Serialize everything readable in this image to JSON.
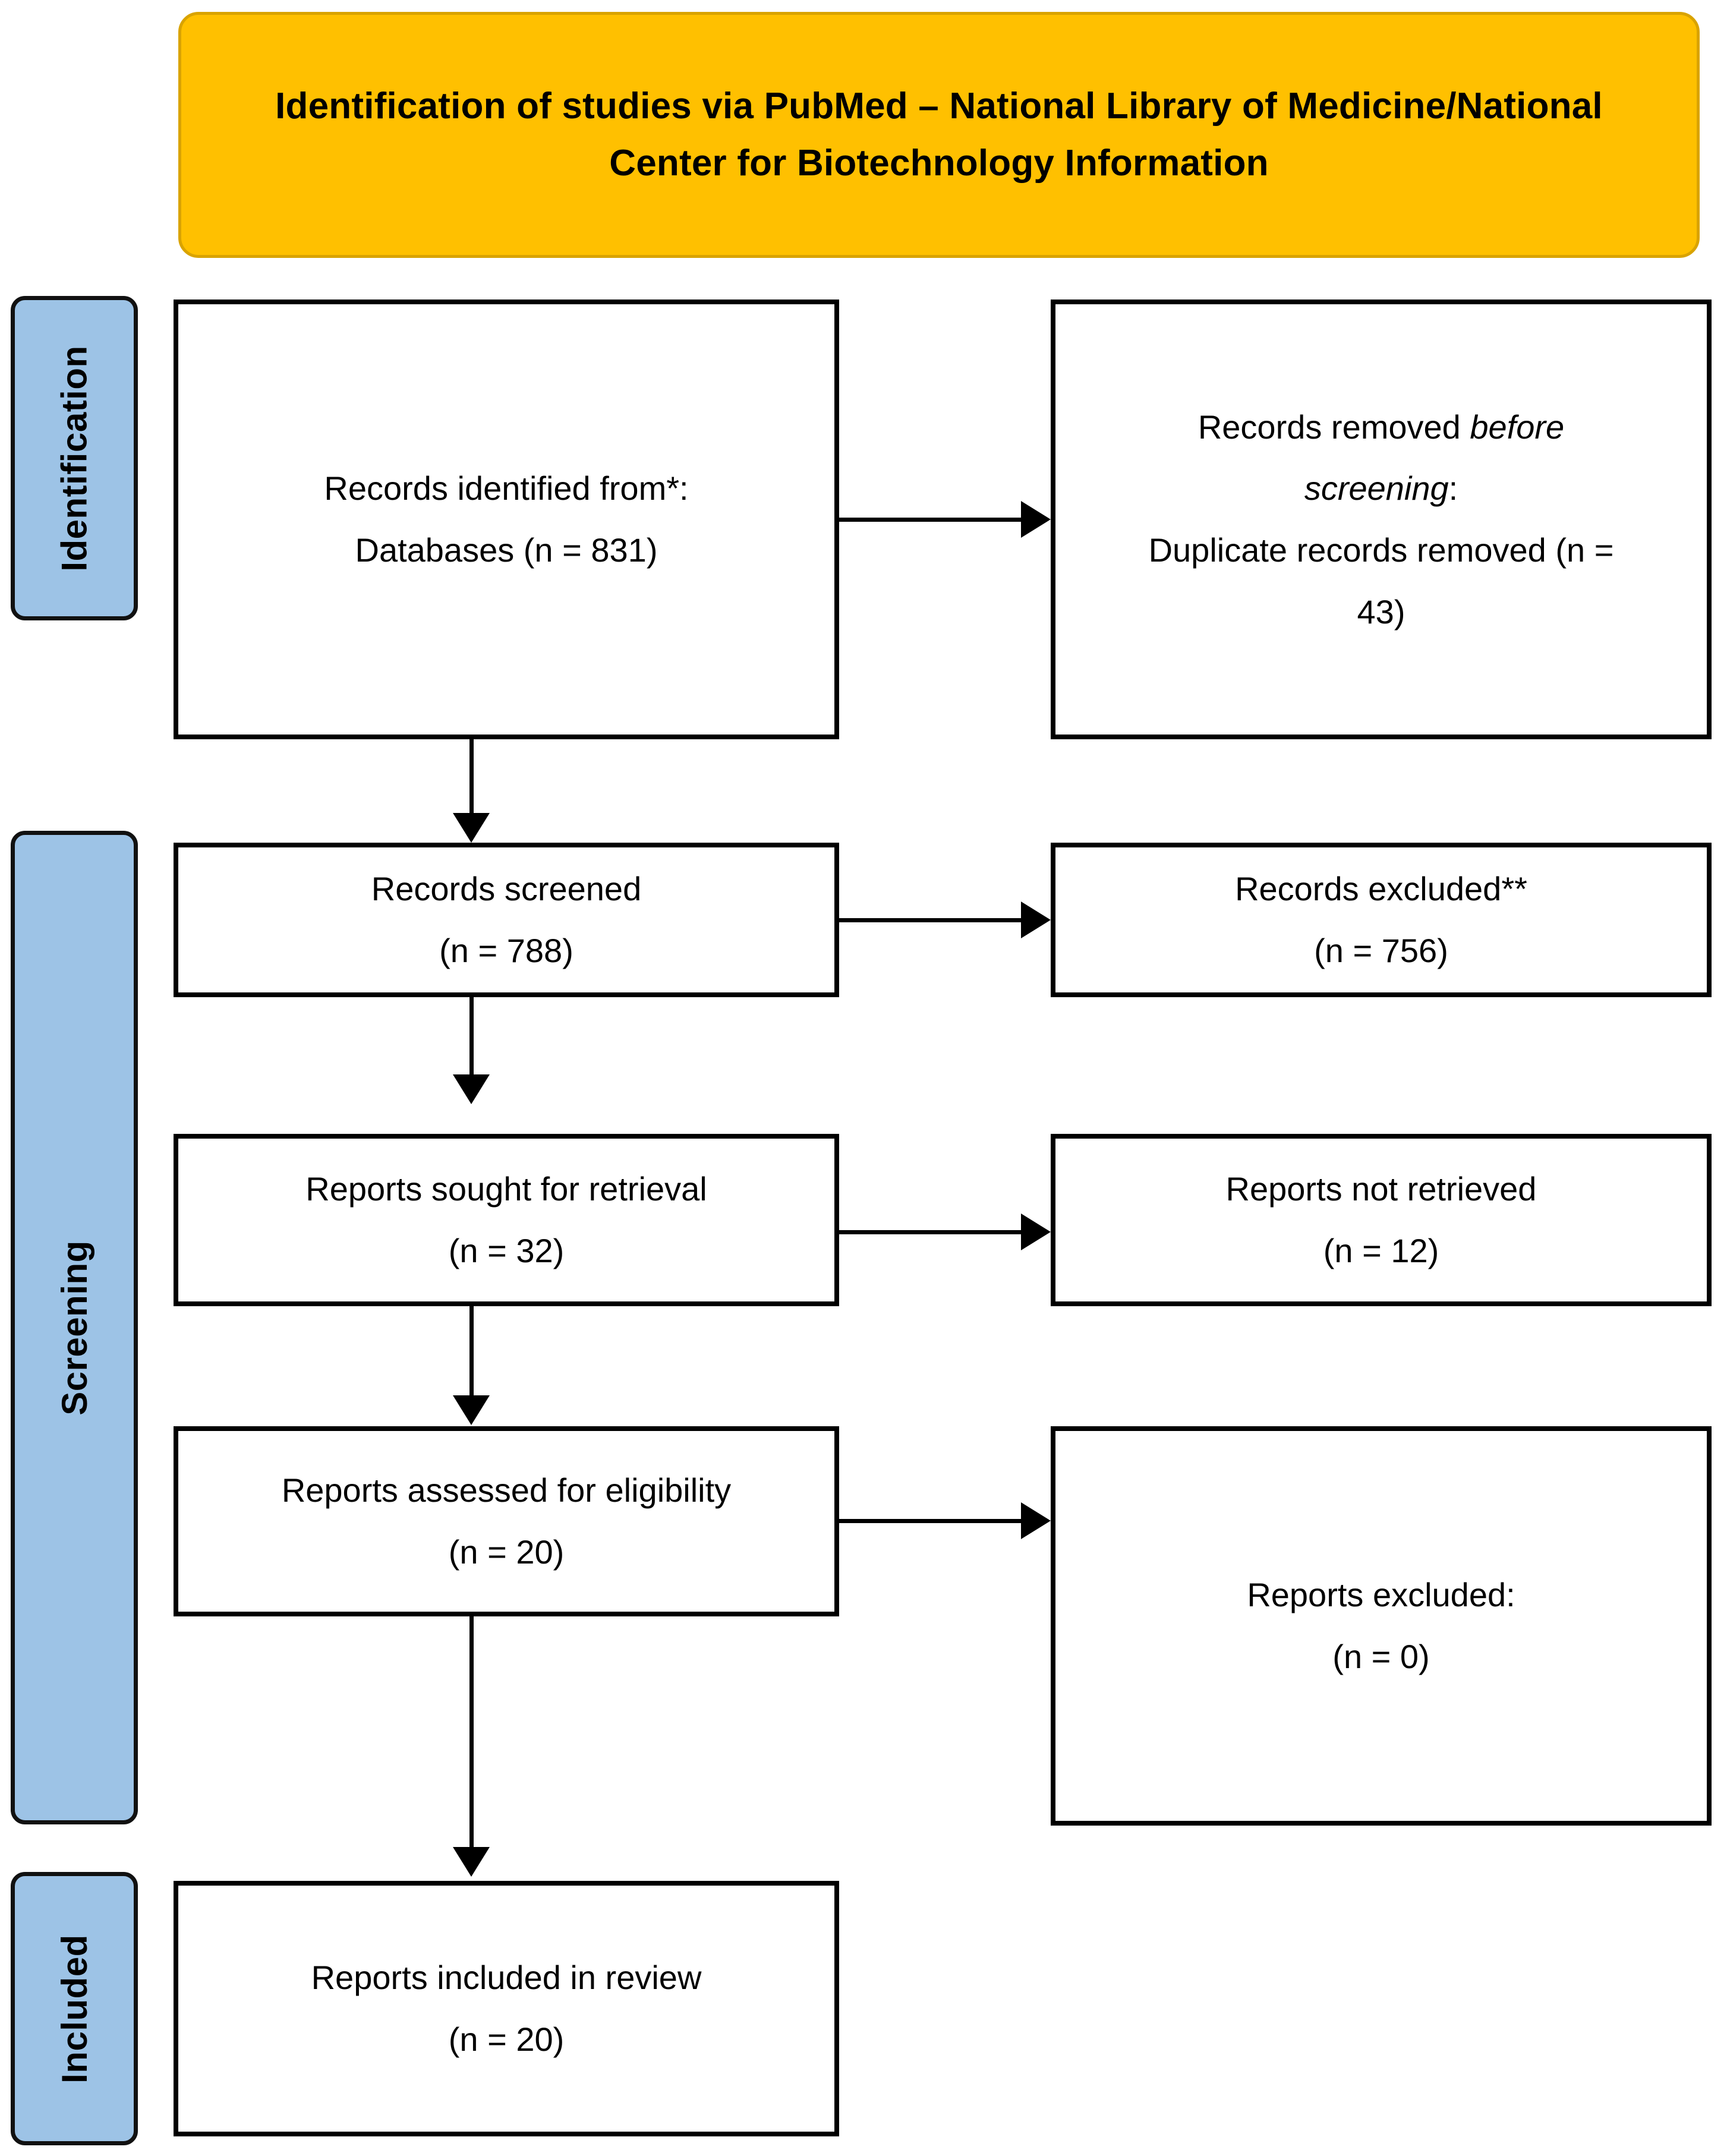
{
  "header": {
    "line1": "Identification of studies via PubMed – National Library of Medicine/National",
    "line2": "Center for Biotechnology Information",
    "background_color": "#FFC000",
    "border_color": "#D9A300"
  },
  "stages": [
    {
      "key": "identification",
      "label": "Identification",
      "color": "#9DC3E6"
    },
    {
      "key": "screening",
      "label": "Screening",
      "color": "#9DC3E6"
    },
    {
      "key": "included",
      "label": "Included",
      "color": "#9DC3E6"
    }
  ],
  "boxes": {
    "identified": {
      "line1": "Records identified from*:",
      "line2": "Databases (n = 831)"
    },
    "removed": {
      "line1_prefix": "Records removed ",
      "line1_italic": "before",
      "line2_italic": "screening",
      "line2_suffix": ":",
      "line3": "Duplicate records removed (n =",
      "line4": "43)"
    },
    "screened": {
      "line1": "Records screened",
      "line2": "(n = 788)"
    },
    "excluded": {
      "line1": "Records excluded**",
      "line2": "(n = 756)"
    },
    "sought": {
      "line1": "Reports sought for retrieval",
      "line2": "(n = 32)"
    },
    "not_retrieved": {
      "line1": "Reports not retrieved",
      "line2": "(n = 12)"
    },
    "assessed": {
      "line1": "Reports assessed for eligibility",
      "line2": "(n = 20)"
    },
    "reports_excluded": {
      "line1": "Reports excluded:",
      "line2": "(n = 0)"
    },
    "included": {
      "line1": "Reports included in review",
      "line2": "(n = 20)"
    }
  },
  "chart_data": {
    "type": "diagram",
    "title": "Identification of studies via PubMed – National Library of Medicine/National Center for Biotechnology Information",
    "diagram_kind": "PRISMA flow diagram",
    "stages": [
      "Identification",
      "Screening",
      "Included"
    ],
    "nodes": [
      {
        "id": "identified",
        "stage": "Identification",
        "column": "left",
        "label": "Records identified from*: Databases",
        "n": 831
      },
      {
        "id": "removed",
        "stage": "Identification",
        "column": "right",
        "label": "Records removed before screening: Duplicate records removed",
        "n": 43
      },
      {
        "id": "screened",
        "stage": "Screening",
        "column": "left",
        "label": "Records screened",
        "n": 788
      },
      {
        "id": "excluded",
        "stage": "Screening",
        "column": "right",
        "label": "Records excluded**",
        "n": 756
      },
      {
        "id": "sought",
        "stage": "Screening",
        "column": "left",
        "label": "Reports sought for retrieval",
        "n": 32
      },
      {
        "id": "not_retrieved",
        "stage": "Screening",
        "column": "right",
        "label": "Reports not retrieved",
        "n": 12
      },
      {
        "id": "assessed",
        "stage": "Screening",
        "column": "left",
        "label": "Reports assessed for eligibility",
        "n": 20
      },
      {
        "id": "reports_excluded",
        "stage": "Screening",
        "column": "right",
        "label": "Reports excluded:",
        "n": 0
      },
      {
        "id": "included",
        "stage": "Included",
        "column": "left",
        "label": "Reports included in review",
        "n": 20
      }
    ],
    "edges": [
      {
        "from": "identified",
        "to": "removed",
        "direction": "right"
      },
      {
        "from": "identified",
        "to": "screened",
        "direction": "down"
      },
      {
        "from": "screened",
        "to": "excluded",
        "direction": "right"
      },
      {
        "from": "screened",
        "to": "sought",
        "direction": "down"
      },
      {
        "from": "sought",
        "to": "not_retrieved",
        "direction": "right"
      },
      {
        "from": "sought",
        "to": "assessed",
        "direction": "down"
      },
      {
        "from": "assessed",
        "to": "reports_excluded",
        "direction": "right"
      },
      {
        "from": "assessed",
        "to": "included",
        "direction": "down"
      }
    ]
  }
}
